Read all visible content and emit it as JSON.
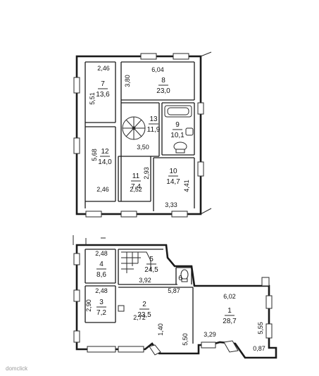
{
  "upper_floor": {
    "rooms": [
      {
        "number": "7",
        "area": "13,6"
      },
      {
        "number": "8",
        "area": "23,0"
      },
      {
        "number": "9",
        "area": "10,1"
      },
      {
        "number": "10",
        "area": "14,7"
      },
      {
        "number": "11",
        "area": "7,4"
      },
      {
        "number": "12",
        "area": "14,0"
      },
      {
        "number": "13",
        "area": "11,9"
      }
    ],
    "dimensions": [
      "2,46",
      "5,51",
      "6,04",
      "3,80",
      "5,68",
      "3,50",
      "2,93",
      "2,46",
      "2,52",
      "4,41",
      "3,33"
    ]
  },
  "lower_floor": {
    "rooms": [
      {
        "number": "1",
        "area": "28,7"
      },
      {
        "number": "2",
        "area": "23,5"
      },
      {
        "number": "3",
        "area": "7,2"
      },
      {
        "number": "4",
        "area": "8,6"
      },
      {
        "number": "5",
        "area": "24,5"
      },
      {
        "number": "6",
        "area": ""
      }
    ],
    "dimensions": [
      "2,48",
      "2,48",
      "2,90",
      "3,92",
      "5,87",
      "6,02",
      "2,72",
      "1,40",
      "5,50",
      "3,29",
      "5,55",
      "0,87"
    ]
  },
  "watermark": "domclick"
}
